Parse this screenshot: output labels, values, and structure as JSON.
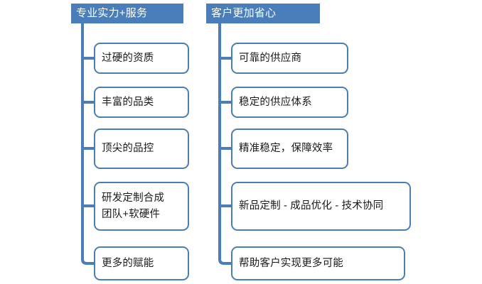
{
  "diagram": {
    "type": "two-column-bracket-tree",
    "accent_color": "#4a7ebb",
    "header_text_color": "#ffffff",
    "node_fill_color": "#ffffff",
    "node_text_color": "#1a1a1a",
    "background_color": "#ffffff",
    "branches": [
      {
        "id": "left",
        "header": "专业实力+服务",
        "nodes": [
          {
            "label": "过硬的资质"
          },
          {
            "label": "丰富的品类"
          },
          {
            "label": "顶尖的品控"
          },
          {
            "label": "研发定制合成\n团队+软硬件"
          },
          {
            "label": "更多的赋能"
          }
        ]
      },
      {
        "id": "right",
        "header": "客户更加省心",
        "nodes": [
          {
            "label": "可靠的供应商"
          },
          {
            "label": "稳定的供应体系"
          },
          {
            "label": "精准稳定，保障效率"
          },
          {
            "label": "新品定制 - 成品优化 - 技术协同"
          },
          {
            "label": "帮助客户实现更多可能"
          }
        ]
      }
    ]
  }
}
